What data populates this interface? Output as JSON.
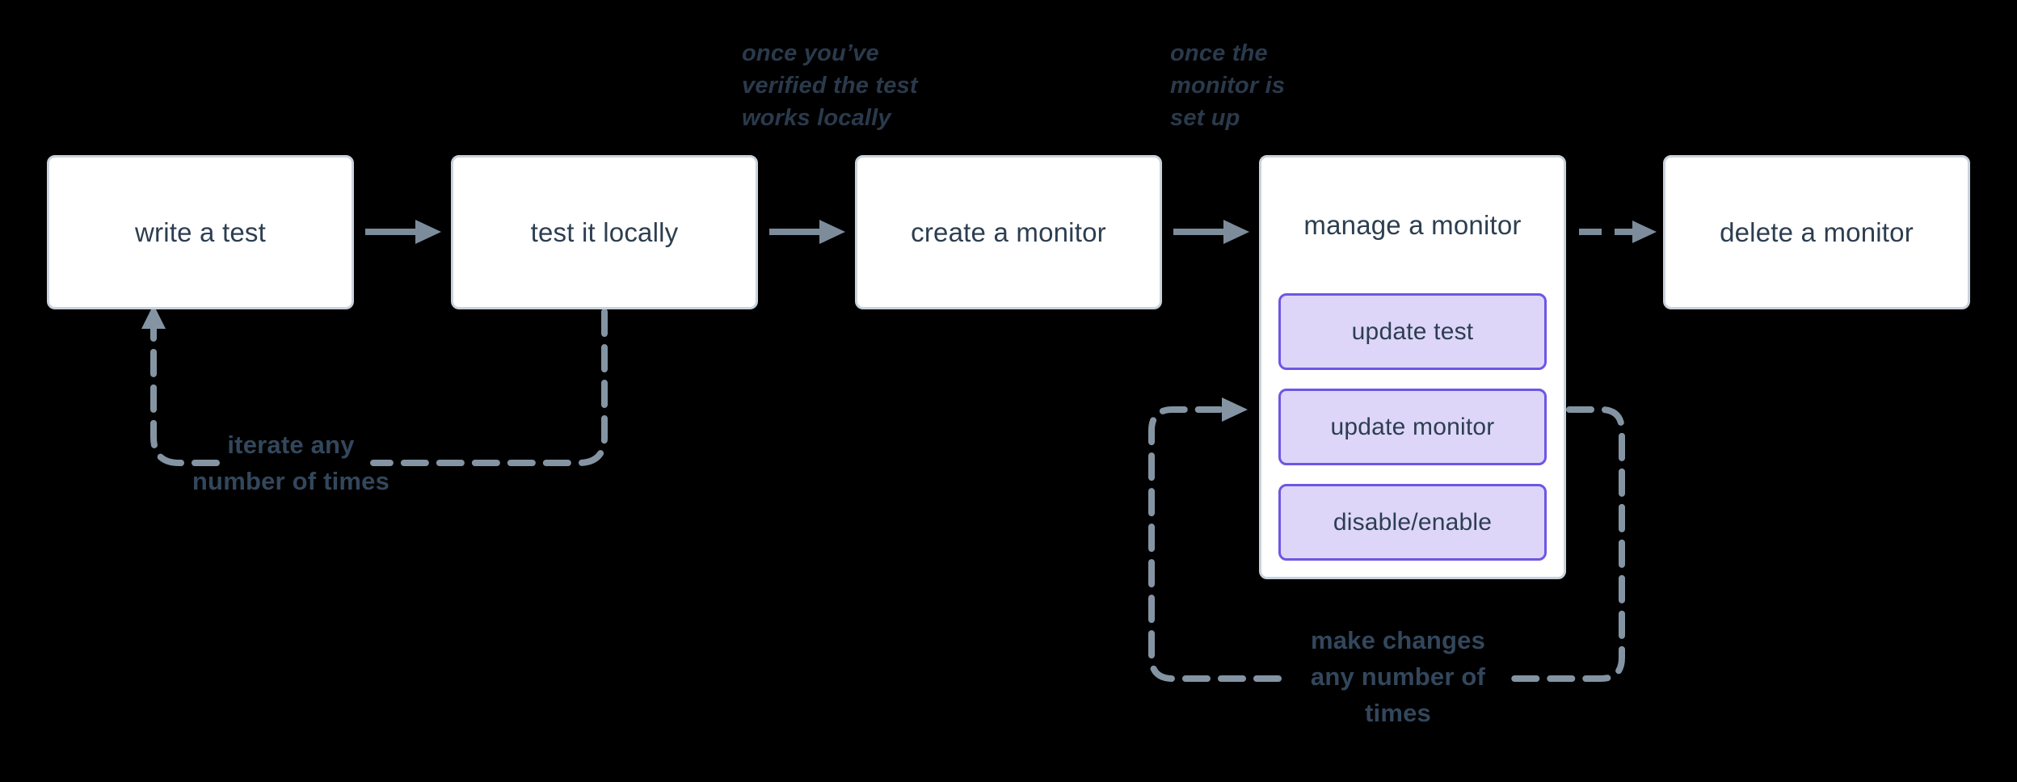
{
  "diagram_type": "flowchart",
  "colors": {
    "background": "#000000",
    "node_fill": "#ffffff",
    "node_border": "#c9d3dd",
    "node_text": "#2d3e50",
    "arrow": "#7d8c9b",
    "dashed_loop": "#8494a3",
    "annotation_text": "#2a3a4c",
    "loop_label_text": "#33475c",
    "action_fill": "#ddd6f9",
    "action_border": "#6e56e4"
  },
  "nodes": [
    {
      "label": "write a test"
    },
    {
      "label": "test it locally"
    },
    {
      "label": "create a monitor"
    },
    {
      "label": "manage a monitor",
      "actions": [
        {
          "label": "update test"
        },
        {
          "label": "update monitor"
        },
        {
          "label": "disable/enable"
        }
      ]
    },
    {
      "label": "delete a monitor"
    }
  ],
  "annotations": [
    {
      "text": "once you’ve\nverified the test\nworks locally"
    },
    {
      "text": "once the\nmonitor is\nset up"
    }
  ],
  "loops": [
    {
      "label": "iterate any\nnumber of times"
    },
    {
      "label": "make changes\nany number of\ntimes"
    }
  ]
}
